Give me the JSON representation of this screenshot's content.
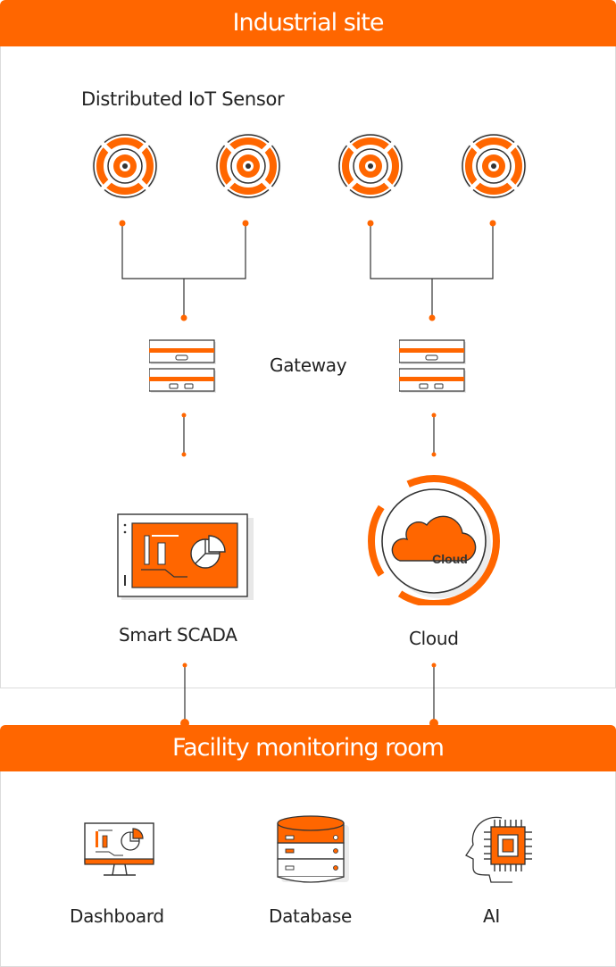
{
  "sections": {
    "top_title": "Industrial site",
    "bottom_title": "Facility monitoring room"
  },
  "labels": {
    "sensors": "Distributed IoT Sensor",
    "gateway": "Gateway",
    "scada": "Smart SCADA",
    "cloud": "Cloud",
    "cloud_icon_text": "Cloud",
    "dashboard": "Dashboard",
    "database": "Database",
    "ai": "AI"
  },
  "colors": {
    "accent": "#ff6600",
    "line": "#333333",
    "border": "#dcdcdc"
  },
  "icons": [
    "sensor-icon",
    "gateway-icon",
    "scada-icon",
    "cloud-icon",
    "dashboard-icon",
    "database-icon",
    "ai-icon"
  ]
}
